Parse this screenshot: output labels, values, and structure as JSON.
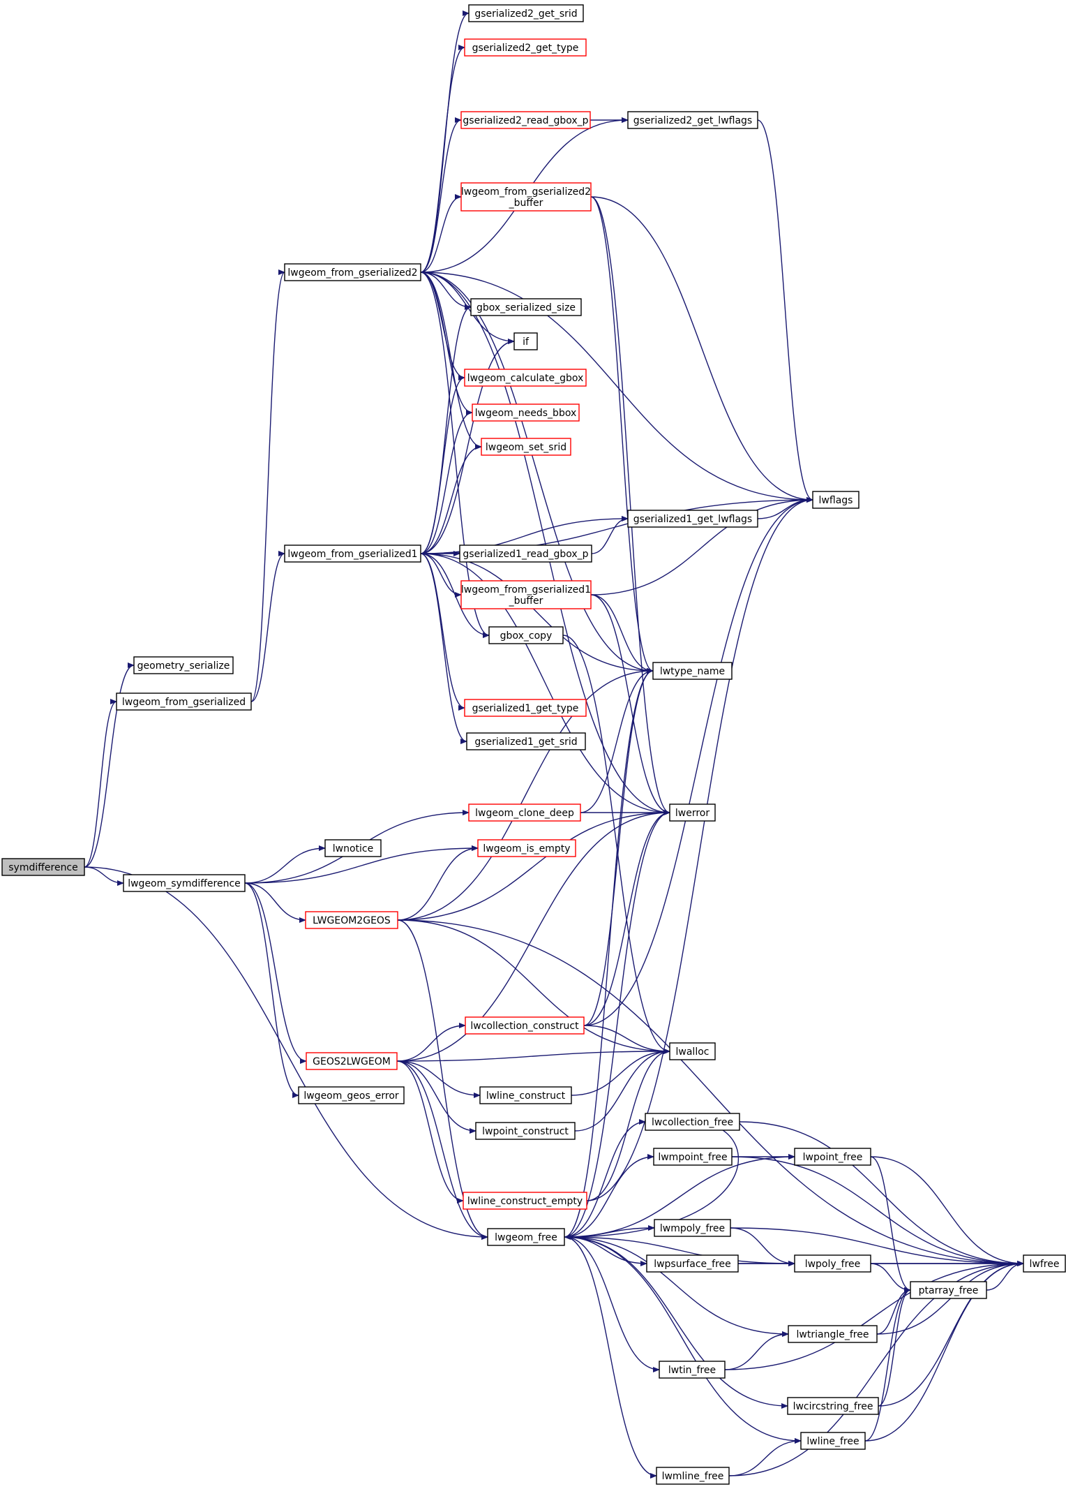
{
  "colors": {
    "edge": "#191970",
    "node_border": "#000000",
    "node_border_incomplete": "#ff0000",
    "root_fill": "#bfbfbf",
    "node_fill": "#ffffff"
  },
  "nodes": [
    {
      "id": "symdifference",
      "label": "symdifference",
      "style": "root"
    },
    {
      "id": "geometry_serialize",
      "label": "geometry_serialize",
      "style": "normal"
    },
    {
      "id": "lwgeom_from_gserialized",
      "label": "lwgeom_from_gserialized",
      "style": "normal"
    },
    {
      "id": "lwgeom_symdifference",
      "label": "lwgeom_symdifference",
      "style": "normal"
    },
    {
      "id": "lwgeom_from_gserialized2",
      "label": "lwgeom_from_gserialized2",
      "style": "normal"
    },
    {
      "id": "lwgeom_from_gserialized1",
      "label": "lwgeom_from_gserialized1",
      "style": "normal"
    },
    {
      "id": "gserialized2_get_srid",
      "label": "gserialized2_get_srid",
      "style": "normal"
    },
    {
      "id": "gserialized2_get_type",
      "label": "gserialized2_get_type",
      "style": "incomplete"
    },
    {
      "id": "gserialized2_read_gbox_p",
      "label": "gserialized2_read_gbox_p",
      "style": "incomplete"
    },
    {
      "id": "gserialized2_get_lwflags",
      "label": "gserialized2_get_lwflags",
      "style": "normal"
    },
    {
      "id": "lwgeom_from_gserialized2_buffer",
      "label": [
        "lwgeom_from_gserialized2",
        "_buffer"
      ],
      "style": "incomplete"
    },
    {
      "id": "gbox_serialized_size",
      "label": "gbox_serialized_size",
      "style": "normal"
    },
    {
      "id": "if",
      "label": "if",
      "style": "normal"
    },
    {
      "id": "lwgeom_calculate_gbox",
      "label": "lwgeom_calculate_gbox",
      "style": "incomplete"
    },
    {
      "id": "lwgeom_needs_bbox",
      "label": "lwgeom_needs_bbox",
      "style": "incomplete"
    },
    {
      "id": "lwgeom_set_srid",
      "label": "lwgeom_set_srid",
      "style": "incomplete"
    },
    {
      "id": "lwflags",
      "label": "lwflags",
      "style": "normal"
    },
    {
      "id": "gserialized1_get_lwflags",
      "label": "gserialized1_get_lwflags",
      "style": "normal"
    },
    {
      "id": "gserialized1_read_gbox_p",
      "label": "gserialized1_read_gbox_p",
      "style": "normal"
    },
    {
      "id": "lwgeom_from_gserialized1_buffer",
      "label": [
        "lwgeom_from_gserialized1",
        "_buffer"
      ],
      "style": "incomplete"
    },
    {
      "id": "gbox_copy",
      "label": "gbox_copy",
      "style": "normal"
    },
    {
      "id": "lwtype_name",
      "label": "lwtype_name",
      "style": "normal"
    },
    {
      "id": "gserialized1_get_type",
      "label": "gserialized1_get_type",
      "style": "incomplete"
    },
    {
      "id": "gserialized1_get_srid",
      "label": "gserialized1_get_srid",
      "style": "normal"
    },
    {
      "id": "lwgeom_clone_deep",
      "label": "lwgeom_clone_deep",
      "style": "incomplete"
    },
    {
      "id": "lwerror",
      "label": "lwerror",
      "style": "normal"
    },
    {
      "id": "lwnotice",
      "label": "lwnotice",
      "style": "normal"
    },
    {
      "id": "lwgeom_is_empty",
      "label": "lwgeom_is_empty",
      "style": "incomplete"
    },
    {
      "id": "LWGEOM2GEOS",
      "label": "LWGEOM2GEOS",
      "style": "incomplete"
    },
    {
      "id": "lwcollection_construct",
      "label": "lwcollection_construct",
      "style": "incomplete"
    },
    {
      "id": "lwalloc",
      "label": "lwalloc",
      "style": "normal"
    },
    {
      "id": "GEOS2LWGEOM",
      "label": "GEOS2LWGEOM",
      "style": "incomplete"
    },
    {
      "id": "lwline_construct",
      "label": "lwline_construct",
      "style": "normal"
    },
    {
      "id": "lwgeom_geos_error",
      "label": "lwgeom_geos_error",
      "style": "normal"
    },
    {
      "id": "lwpoint_construct",
      "label": "lwpoint_construct",
      "style": "normal"
    },
    {
      "id": "lwcollection_free",
      "label": "lwcollection_free",
      "style": "normal"
    },
    {
      "id": "lwmpoint_free",
      "label": "lwmpoint_free",
      "style": "normal"
    },
    {
      "id": "lwpoint_free",
      "label": "lwpoint_free",
      "style": "normal"
    },
    {
      "id": "lwline_construct_empty",
      "label": "lwline_construct_empty",
      "style": "incomplete"
    },
    {
      "id": "lwgeom_free",
      "label": "lwgeom_free",
      "style": "normal"
    },
    {
      "id": "lwmpoly_free",
      "label": "lwmpoly_free",
      "style": "normal"
    },
    {
      "id": "lwpsurface_free",
      "label": "lwpsurface_free",
      "style": "normal"
    },
    {
      "id": "lwpoly_free",
      "label": "lwpoly_free",
      "style": "normal"
    },
    {
      "id": "lwfree",
      "label": "lwfree",
      "style": "normal"
    },
    {
      "id": "ptarray_free",
      "label": "ptarray_free",
      "style": "normal"
    },
    {
      "id": "lwtriangle_free",
      "label": "lwtriangle_free",
      "style": "normal"
    },
    {
      "id": "lwtin_free",
      "label": "lwtin_free",
      "style": "normal"
    },
    {
      "id": "lwcircstring_free",
      "label": "lwcircstring_free",
      "style": "normal"
    },
    {
      "id": "lwline_free",
      "label": "lwline_free",
      "style": "normal"
    },
    {
      "id": "lwmline_free",
      "label": "lwmline_free",
      "style": "normal"
    }
  ],
  "edges": [
    [
      "symdifference",
      "geometry_serialize"
    ],
    [
      "symdifference",
      "lwgeom_from_gserialized"
    ],
    [
      "symdifference",
      "lwgeom_symdifference"
    ],
    [
      "symdifference",
      "lwgeom_free"
    ],
    [
      "lwgeom_from_gserialized",
      "lwgeom_from_gserialized2"
    ],
    [
      "lwgeom_from_gserialized",
      "lwgeom_from_gserialized1"
    ],
    [
      "lwgeom_from_gserialized2",
      "gserialized2_get_srid"
    ],
    [
      "lwgeom_from_gserialized2",
      "gserialized2_get_type"
    ],
    [
      "lwgeom_from_gserialized2",
      "gserialized2_read_gbox_p"
    ],
    [
      "lwgeom_from_gserialized2",
      "gserialized2_get_lwflags"
    ],
    [
      "lwgeom_from_gserialized2",
      "lwgeom_from_gserialized2_buffer"
    ],
    [
      "lwgeom_from_gserialized2",
      "lwflags"
    ],
    [
      "lwgeom_from_gserialized2",
      "lwtype_name"
    ],
    [
      "lwgeom_from_gserialized2",
      "lwerror"
    ],
    [
      "lwgeom_from_gserialized2",
      "gbox_serialized_size"
    ],
    [
      "lwgeom_from_gserialized2",
      "if"
    ],
    [
      "lwgeom_from_gserialized2",
      "lwgeom_calculate_gbox"
    ],
    [
      "lwgeom_from_gserialized2",
      "lwgeom_needs_bbox"
    ],
    [
      "lwgeom_from_gserialized2",
      "lwgeom_set_srid"
    ],
    [
      "lwgeom_from_gserialized2",
      "gbox_copy"
    ],
    [
      "gserialized2_read_gbox_p",
      "gserialized2_get_lwflags"
    ],
    [
      "gserialized2_get_lwflags",
      "lwflags"
    ],
    [
      "lwgeom_from_gserialized2_buffer",
      "lwflags"
    ],
    [
      "lwgeom_from_gserialized2_buffer",
      "lwtype_name"
    ],
    [
      "lwgeom_from_gserialized2_buffer",
      "lwerror"
    ],
    [
      "lwgeom_from_gserialized1",
      "gbox_serialized_size"
    ],
    [
      "lwgeom_from_gserialized1",
      "if"
    ],
    [
      "lwgeom_from_gserialized1",
      "lwgeom_calculate_gbox"
    ],
    [
      "lwgeom_from_gserialized1",
      "lwgeom_needs_bbox"
    ],
    [
      "lwgeom_from_gserialized1",
      "lwgeom_set_srid"
    ],
    [
      "lwgeom_from_gserialized1",
      "lwflags"
    ],
    [
      "lwgeom_from_gserialized1",
      "gserialized1_get_lwflags"
    ],
    [
      "lwgeom_from_gserialized1",
      "gserialized1_read_gbox_p"
    ],
    [
      "lwgeom_from_gserialized1",
      "lwgeom_from_gserialized1_buffer"
    ],
    [
      "lwgeom_from_gserialized1",
      "gbox_copy"
    ],
    [
      "lwgeom_from_gserialized1",
      "lwtype_name"
    ],
    [
      "lwgeom_from_gserialized1",
      "gserialized1_get_type"
    ],
    [
      "lwgeom_from_gserialized1",
      "gserialized1_get_srid"
    ],
    [
      "lwgeom_from_gserialized1",
      "lwerror"
    ],
    [
      "gserialized1_get_lwflags",
      "lwflags"
    ],
    [
      "gserialized1_read_gbox_p",
      "gserialized1_get_lwflags"
    ],
    [
      "lwgeom_from_gserialized1_buffer",
      "lwflags"
    ],
    [
      "lwgeom_from_gserialized1_buffer",
      "lwtype_name"
    ],
    [
      "lwgeom_from_gserialized1_buffer",
      "lwerror"
    ],
    [
      "gbox_copy",
      "lwalloc"
    ],
    [
      "lwgeom_symdifference",
      "lwgeom_clone_deep"
    ],
    [
      "lwgeom_symdifference",
      "lwnotice"
    ],
    [
      "lwgeom_symdifference",
      "lwgeom_is_empty"
    ],
    [
      "lwgeom_symdifference",
      "LWGEOM2GEOS"
    ],
    [
      "lwgeom_symdifference",
      "GEOS2LWGEOM"
    ],
    [
      "lwgeom_symdifference",
      "lwgeom_geos_error"
    ],
    [
      "lwgeom_clone_deep",
      "lwtype_name"
    ],
    [
      "lwgeom_clone_deep",
      "lwerror"
    ],
    [
      "LWGEOM2GEOS",
      "lwgeom_is_empty"
    ],
    [
      "LWGEOM2GEOS",
      "lwtype_name"
    ],
    [
      "LWGEOM2GEOS",
      "lwerror"
    ],
    [
      "LWGEOM2GEOS",
      "lwfree"
    ],
    [
      "LWGEOM2GEOS",
      "lwalloc"
    ],
    [
      "LWGEOM2GEOS",
      "lwgeom_free"
    ],
    [
      "GEOS2LWGEOM",
      "lwerror"
    ],
    [
      "GEOS2LWGEOM",
      "lwcollection_construct"
    ],
    [
      "GEOS2LWGEOM",
      "lwalloc"
    ],
    [
      "GEOS2LWGEOM",
      "lwline_construct"
    ],
    [
      "GEOS2LWGEOM",
      "lwpoint_construct"
    ],
    [
      "GEOS2LWGEOM",
      "lwline_construct_empty"
    ],
    [
      "GEOS2LWGEOM",
      "lwgeom_free"
    ],
    [
      "lwcollection_construct",
      "lwtype_name"
    ],
    [
      "lwcollection_construct",
      "lwerror"
    ],
    [
      "lwcollection_construct",
      "lwflags"
    ],
    [
      "lwcollection_construct",
      "lwalloc"
    ],
    [
      "lwline_construct",
      "lwalloc"
    ],
    [
      "lwpoint_construct",
      "lwalloc"
    ],
    [
      "lwline_construct_empty",
      "lwalloc"
    ],
    [
      "lwline_construct_empty",
      "lwflags"
    ],
    [
      "lwgeom_free",
      "lwerror"
    ],
    [
      "lwgeom_free",
      "lwtype_name"
    ],
    [
      "lwgeom_free",
      "lwcollection_free"
    ],
    [
      "lwgeom_free",
      "lwmpoint_free"
    ],
    [
      "lwgeom_free",
      "lwpoint_free"
    ],
    [
      "lwgeom_free",
      "lwmpoly_free"
    ],
    [
      "lwgeom_free",
      "lwpsurface_free"
    ],
    [
      "lwgeom_free",
      "lwpoly_free"
    ],
    [
      "lwgeom_free",
      "lwtriangle_free"
    ],
    [
      "lwgeom_free",
      "lwtin_free"
    ],
    [
      "lwgeom_free",
      "lwcircstring_free"
    ],
    [
      "lwgeom_free",
      "lwline_free"
    ],
    [
      "lwgeom_free",
      "lwmline_free"
    ],
    [
      "lwcollection_free",
      "lwgeom_free"
    ],
    [
      "lwcollection_free",
      "lwfree"
    ],
    [
      "lwmpoint_free",
      "lwpoint_free"
    ],
    [
      "lwmpoint_free",
      "lwfree"
    ],
    [
      "lwpoint_free",
      "ptarray_free"
    ],
    [
      "lwpoint_free",
      "lwfree"
    ],
    [
      "lwmpoly_free",
      "lwpoly_free"
    ],
    [
      "lwmpoly_free",
      "lwfree"
    ],
    [
      "lwpsurface_free",
      "lwpoly_free"
    ],
    [
      "lwpsurface_free",
      "lwfree"
    ],
    [
      "lwpoly_free",
      "ptarray_free"
    ],
    [
      "lwpoly_free",
      "lwfree"
    ],
    [
      "ptarray_free",
      "lwfree"
    ],
    [
      "lwtriangle_free",
      "ptarray_free"
    ],
    [
      "lwtriangle_free",
      "lwfree"
    ],
    [
      "lwtin_free",
      "lwtriangle_free"
    ],
    [
      "lwtin_free",
      "lwfree"
    ],
    [
      "lwcircstring_free",
      "ptarray_free"
    ],
    [
      "lwcircstring_free",
      "lwfree"
    ],
    [
      "lwline_free",
      "ptarray_free"
    ],
    [
      "lwline_free",
      "lwfree"
    ],
    [
      "lwmline_free",
      "lwline_free"
    ],
    [
      "lwmline_free",
      "lwfree"
    ]
  ]
}
